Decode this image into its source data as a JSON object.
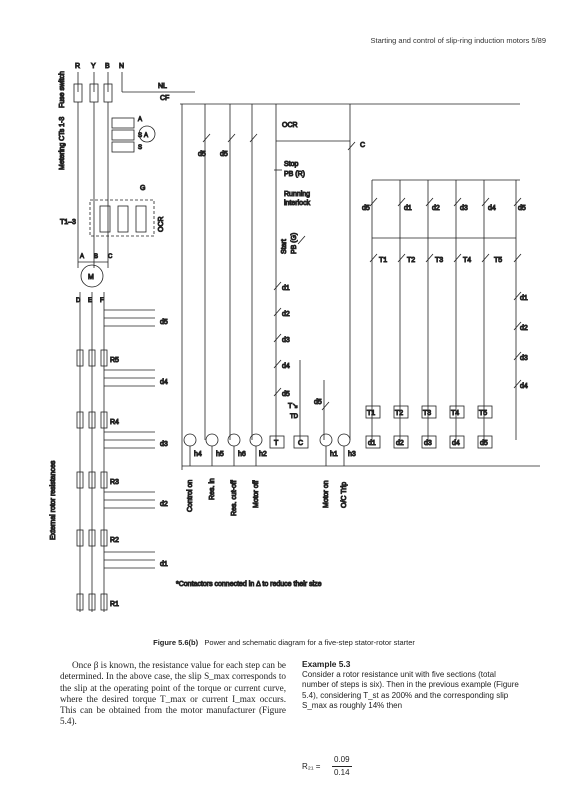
{
  "header": {
    "running_head": "Starting and control of slip-ring induction motors 5/89"
  },
  "figure": {
    "phase_labels": [
      "R",
      "Y",
      "B",
      "N"
    ],
    "side_labels": {
      "fuse_switch": "Fuse switch",
      "metering": "Metering CTs 1-3",
      "external_rotor": "External rotor resistances"
    },
    "component_labels": {
      "nl": "NL",
      "cf": "CF",
      "ocr_relay": "OCR",
      "ocr_contact": "OCR",
      "c_contact": "C",
      "c_coil": "C",
      "motor": "M",
      "t1_ct": "T1–3",
      "g": "G",
      "a": "A",
      "s1": "S",
      "s2": "S",
      "a_meter": "A",
      "stator_a": "A",
      "stator_b": "B",
      "stator_c": "C",
      "rotor_d": "D",
      "rotor_e": "E",
      "rotor_f": "F"
    },
    "control_labels": {
      "stop": "Stop",
      "stop_pb": "PB (R)",
      "running": "Running",
      "interlock": "interlock",
      "start": "Start",
      "start_pb": "PB (G)",
      "d5_a": "d5",
      "d5_b": "d5",
      "t_arrow": "T↘",
      "t_d": "TD",
      "t_d5": "d5"
    },
    "resistor_labels": [
      "R5",
      "R4",
      "R3",
      "R2",
      "R1"
    ],
    "rotor_contact_labels": [
      "d5",
      "d4",
      "d3",
      "d2",
      "d1"
    ],
    "timer_contact_labels": [
      "T1",
      "T2",
      "T3",
      "T4",
      "T5"
    ],
    "d_contact_top_labels": [
      "d5",
      "d1",
      "d2",
      "d3",
      "d4",
      "d5"
    ],
    "d_column_labels": [
      "d1",
      "d2",
      "d3",
      "d4"
    ],
    "chain_labels": [
      "d1",
      "d2",
      "d3",
      "d4",
      "d5"
    ],
    "coil_labels": [
      "T",
      "C",
      "T1",
      "T2",
      "T3",
      "T4",
      "T5",
      "d1",
      "d2",
      "d3",
      "d4",
      "d5"
    ],
    "lamp_labels": [
      "h4",
      "h5",
      "h6",
      "h2",
      "h1",
      "h3"
    ],
    "bottom_labels": [
      "Control on",
      "Res. in",
      "Res. cut-off",
      "Motor off",
      "Motor on",
      "O/C Trip"
    ],
    "footnote": "*Contactors connected in Δ to reduce their size"
  },
  "caption": {
    "number": "Figure 5.6(b)",
    "text": "Power and schematic diagram for a five-step stator-rotor starter"
  },
  "body_left": "Once β is known, the resistance value for each step can be determined. In the above case, the slip S_max corresponds to the slip at the operating point of the torque or current curve, where the desired torque T_max or current I_max occurs. This can be obtained from the motor manufacturer (Figure 5.4).",
  "example": {
    "title": "Example 5.3",
    "text": "Consider a rotor resistance unit with five sections (total number of steps is six). Then in the previous example (Figure 5.4), considering T_st as 200% and the corresponding slip S_max as roughly 14% then",
    "formula_lhs": "R₂₁ =",
    "formula_num": "0.09",
    "formula_den": "0.14"
  },
  "colors": {
    "ink": "#222222",
    "paper": "#ffffff"
  }
}
